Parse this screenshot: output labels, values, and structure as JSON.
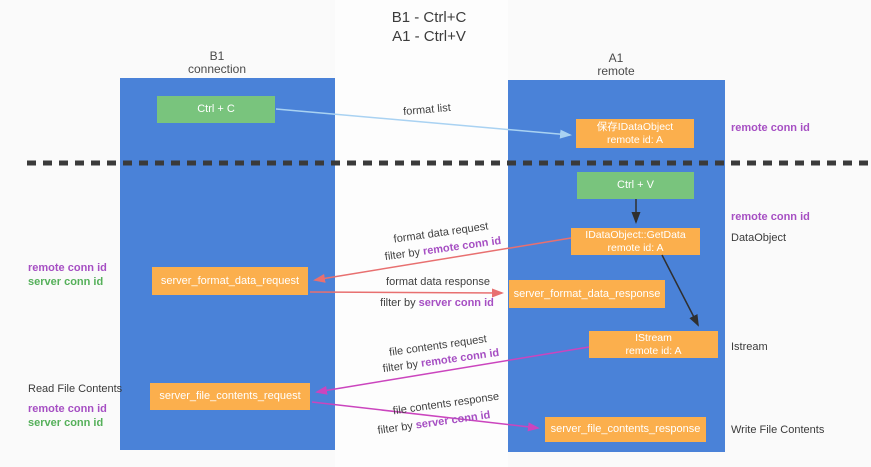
{
  "title": {
    "line1": "B1 - Ctrl+C",
    "line2": "A1 - Ctrl+V"
  },
  "lanes": {
    "b1": {
      "name": "B1",
      "subtitle": "connection"
    },
    "a1": {
      "name": "A1",
      "subtitle": "remote"
    }
  },
  "nodes": {
    "ctrl_c": {
      "label": "Ctrl + C"
    },
    "save_dataobject": {
      "line1": "保存IDataObject",
      "line2": "remote id: A"
    },
    "ctrl_v": {
      "label": "Ctrl + V"
    },
    "getdata": {
      "line1": "IDataObject::GetData",
      "line2": "remote id: A"
    },
    "server_format_data_request": {
      "label": "server_format_data_request"
    },
    "server_format_data_response": {
      "label": "server_format_data_response"
    },
    "istream": {
      "line1": "IStream",
      "line2": "remote id: A"
    },
    "server_file_contents_request": {
      "label": "server_file_contents_request"
    },
    "server_file_contents_response": {
      "label": "server_file_contents_response"
    }
  },
  "flow_labels": {
    "format_list": "format list",
    "format_data_request": {
      "text": "format data request",
      "filter_prefix": "filter by ",
      "filter_key": "remote conn id"
    },
    "format_data_response": {
      "text": "format data response",
      "filter_prefix": "filter by ",
      "filter_key": "server conn id"
    },
    "file_contents_request": {
      "text": "file contents request",
      "filter_prefix": "filter by ",
      "filter_key": "remote conn id"
    },
    "file_contents_response": {
      "text": "file contents response",
      "filter_prefix": "filter by ",
      "filter_key": "server conn id"
    }
  },
  "side_labels": {
    "left": {
      "remote_conn_id_1": "remote conn id",
      "server_conn_id_1": "server conn id",
      "read_file_contents": "Read File Contents",
      "remote_conn_id_2": "remote conn id",
      "server_conn_id_2": "server conn id"
    },
    "right": {
      "remote_conn_id_1": "remote conn id",
      "remote_conn_id_2": "remote conn id",
      "dataobject": "DataObject",
      "istream": "Istream",
      "write_file_contents": "Write File Contents"
    }
  },
  "colors": {
    "lane_blue": "#4A82D8",
    "node_green": "#79C47D",
    "node_orange": "#FBAF4D",
    "arrow_red": "#E87070",
    "arrow_magenta": "#CB45BE",
    "arrow_light_blue": "#A9D2F2",
    "arrow_black": "#2F2F2F",
    "text_purple": "#A64FC3",
    "text_green": "#55B05A",
    "dashed_boundary": "#3A3A3A"
  }
}
